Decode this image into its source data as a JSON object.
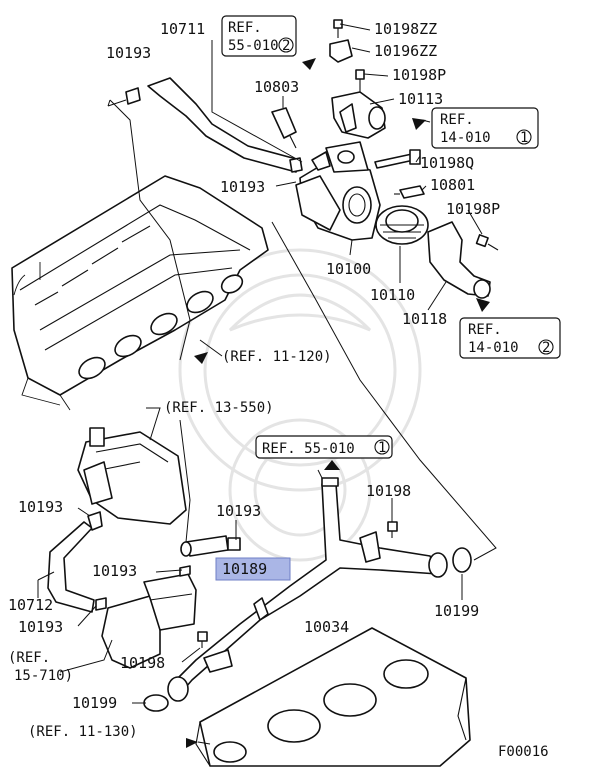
{
  "figure_id": "F00016",
  "highlighted_part": "10189",
  "highlight_color": "#aab6e6",
  "part_numbers": {
    "p10711": "10711",
    "p10193_top": "10193",
    "p10198zz": "10198ZZ",
    "p10196zz": "10196ZZ",
    "p10198p_top": "10198P",
    "p10803": "10803",
    "p10113": "10113",
    "p10198q": "10198Q",
    "p10193_mid": "10193",
    "p10801": "10801",
    "p10198p_right": "10198P",
    "p10100": "10100",
    "p10110": "10110",
    "p10118": "10118",
    "p10193_left": "10193",
    "p10193_center": "10193",
    "p10198_right": "10198",
    "p10193_lower": "10193",
    "p10189": "10189",
    "p10712": "10712",
    "p10193_bottom": "10193",
    "p10034": "10034",
    "p10198_bottom": "10198",
    "p10199_right": "10199",
    "p10199_bottom": "10199"
  },
  "references": {
    "ref_55_010_2_line1": "REF.",
    "ref_55_010_2_line2": "55-010",
    "ref_55_010_2_circle": "2",
    "ref_14_010_1_line1": "REF.",
    "ref_14_010_1_line2": "14-010",
    "ref_14_010_1_circle": "1",
    "ref_14_010_2_line1": "REF.",
    "ref_14_010_2_line2": "14-010",
    "ref_14_010_2_circle": "2",
    "ref_55_010_1_text": "REF. 55-010",
    "ref_55_010_1_circle": "1",
    "ref_11_120": "(REF. 11-120)",
    "ref_13_550": "(REF. 13-550)",
    "ref_15_710_line1": "(REF.",
    "ref_15_710_line2": "15-710)",
    "ref_11_130": "(REF. 11-130)"
  }
}
